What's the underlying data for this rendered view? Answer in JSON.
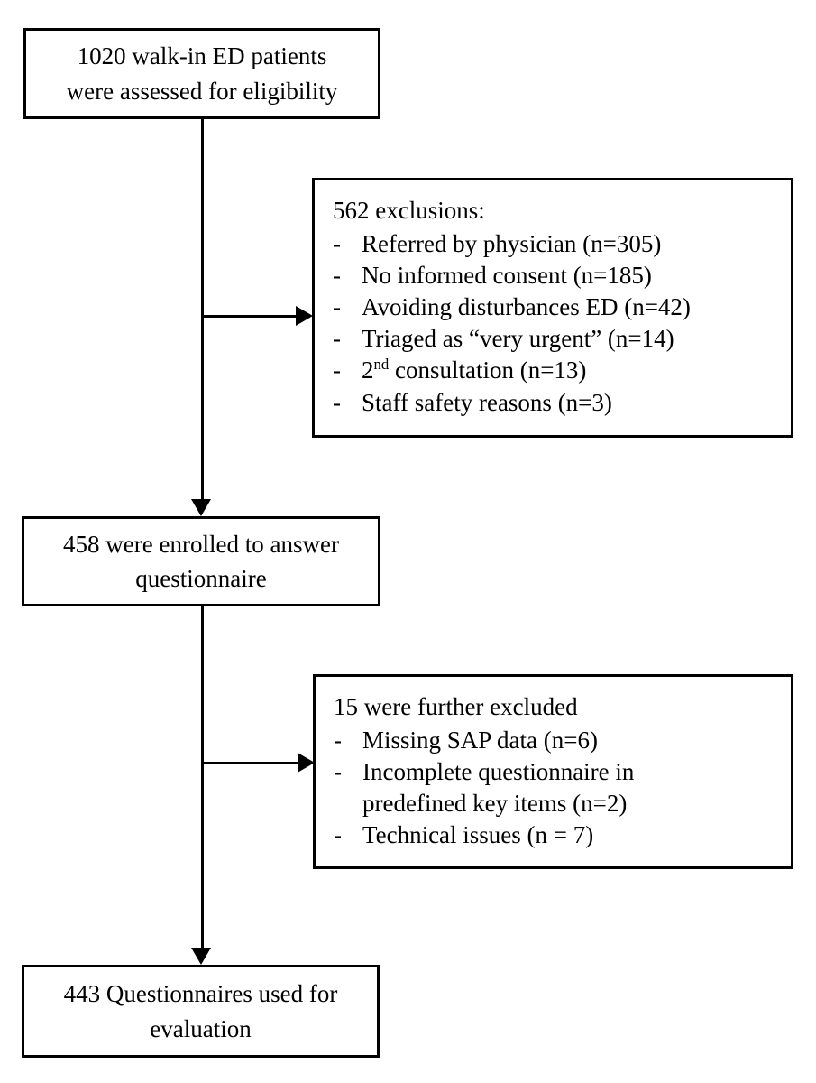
{
  "diagram": {
    "type": "participant-flow-diagram",
    "nodes": {
      "enrollment": {
        "line1": "1020 walk-in ED patients",
        "line2": "were assessed for eligibility"
      },
      "exclusions_1": {
        "title": "562 exclusions:",
        "bullet_marker": "-",
        "items": [
          "Referred by physician (n=305)",
          "No informed consent (n=185)",
          "Avoiding disturbances ED (n=42)",
          "Triaged as “very urgent” (n=14)",
          "2nd consultation (n=13)",
          "Staff safety reasons (n=3)"
        ],
        "item_5_base": "2",
        "item_5_sup": "nd",
        "item_5_rest": " consultation (n=13)"
      },
      "enrolled": {
        "line1": "458 were enrolled to answer",
        "line2": "questionnaire"
      },
      "exclusions_2": {
        "title": "15 were further excluded",
        "bullet_marker": "-",
        "items": [
          "Missing SAP data (n=6)",
          "Incomplete questionnaire in predefined key items (n=2)",
          "Technical issues (n = 7)"
        ],
        "item_2_line1": "Incomplete questionnaire in",
        "item_2_line2": "predefined key items (n=2)"
      },
      "analysed": {
        "line1": "443 Questionnaires used for",
        "line2": "evaluation"
      }
    },
    "colors": {
      "stroke": "#000000",
      "fill": "#ffffff",
      "text": "#000000"
    }
  }
}
